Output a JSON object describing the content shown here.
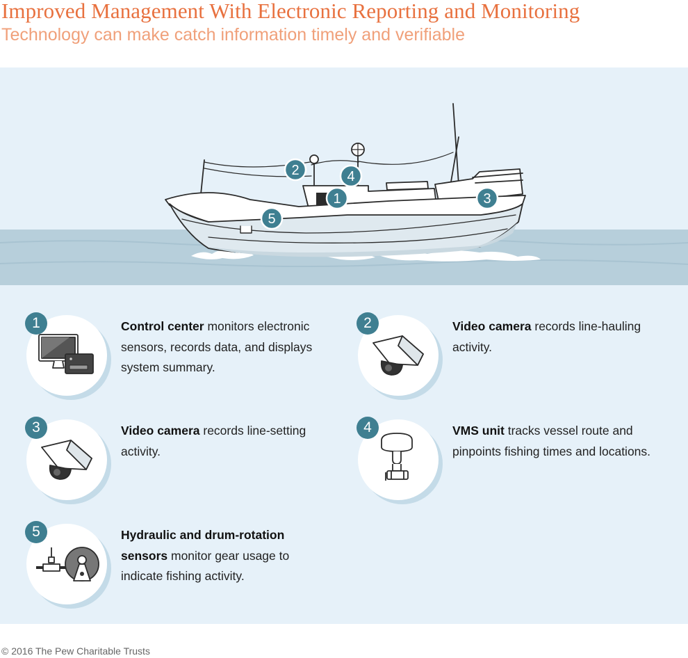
{
  "title": "Improved Management With Electronic Reporting and Monitoring",
  "subtitle": "Technology can make catch information timely and verifiable",
  "callouts": [
    "1",
    "2",
    "3",
    "4",
    "5"
  ],
  "items": [
    {
      "number": "1",
      "term": "Control center",
      "text": " monitors electronic sensors, records data, and displays system summary."
    },
    {
      "number": "2",
      "term": "Video camera",
      "text": " records line-hauling activity."
    },
    {
      "number": "3",
      "term": "Video camera",
      "text": " records line-setting activity."
    },
    {
      "number": "4",
      "term": "VMS unit",
      "text": " tracks vessel route and pinpoints fishing times and locations."
    },
    {
      "number": "5",
      "term": "Hydraulic and drum-rotation sensors",
      "text": " monitor gear usage to indicate fishing activity."
    }
  ],
  "colors": {
    "title": "#e8713f",
    "subtitle": "#f0a07a",
    "badge": "#3f7f91",
    "panel": "#e6f1f9",
    "sea": "#b7cfdb"
  },
  "icons": [
    "monitor-icon",
    "camera-icon",
    "camera-icon",
    "vms-unit-icon",
    "sensor-drum-icon"
  ],
  "copyright": "© 2016 The Pew Charitable Trusts"
}
